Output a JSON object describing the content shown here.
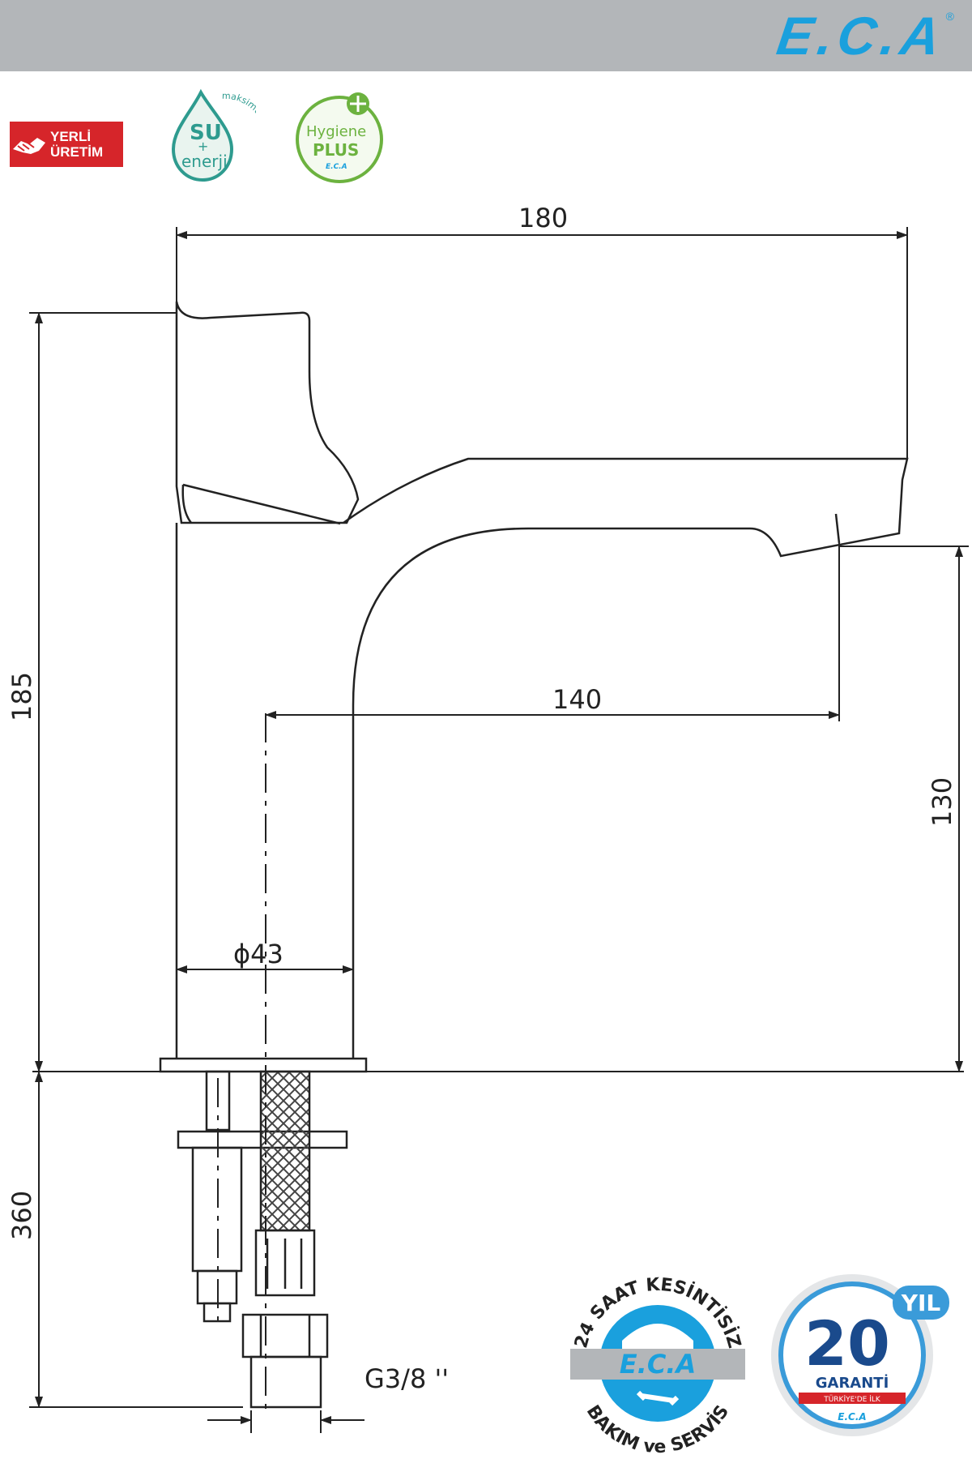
{
  "brand": {
    "name": "E.C.A",
    "registered": "®",
    "color": "#1aa0dd"
  },
  "badges": {
    "yerli": {
      "line1": "YERLİ",
      "line2": "ÜRETİM",
      "color": "#d6252a"
    },
    "su_enerji": {
      "su": "SU",
      "plus": "+",
      "enerji": "enerji",
      "arc": "maksimum tasarruf",
      "color": "#2e9b8f"
    },
    "hygiene": {
      "line1": "Hygiene",
      "line2": "PLUS",
      "mini_brand": "E.C.A",
      "color": "#6cb23f"
    }
  },
  "dimensions": {
    "width_total": "180",
    "height_total": "185",
    "spout_reach": "140",
    "spout_height": "130",
    "diameter": "ϕ43",
    "below_counter": "360",
    "thread": "G3/8 ''"
  },
  "service_badge": {
    "top_arc": "24 SAAT KESİNTİSİZ",
    "brand": "E.C.A",
    "bottom_arc": "BAKIM ve SERVİS",
    "color": "#1aa0dd"
  },
  "warranty_badge": {
    "number": "20",
    "unit": "YIL",
    "label": "GARANTİ",
    "sub": "TÜRKİYE'DE İLK",
    "mini_brand": "E.C.A",
    "color": "#1a4a8c"
  }
}
